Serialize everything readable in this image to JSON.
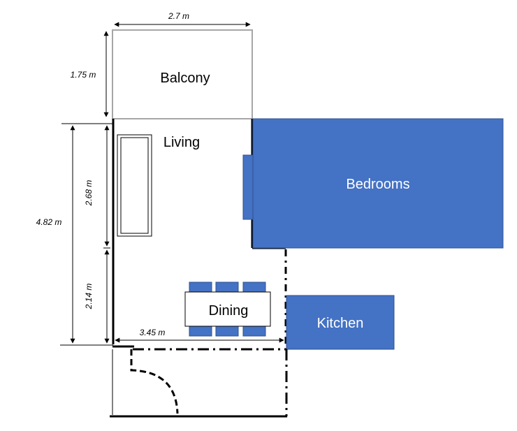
{
  "rooms": {
    "balcony": "Balcony",
    "living": "Living",
    "bedrooms": "Bedrooms",
    "dining": "Dining",
    "kitchen": "Kitchen"
  },
  "dimensions": {
    "balcony_width": "2.7 m",
    "balcony_depth": "1.75 m",
    "total_length": "4.82 m",
    "living_length": "2.68 m",
    "dining_length": "2.14 m",
    "living_width": "3.45 m"
  },
  "colors": {
    "room_fill": "#4472C4",
    "room_stroke": "#2F528F",
    "wall": "#000000",
    "balcony_outline": "#A6A6A6"
  }
}
